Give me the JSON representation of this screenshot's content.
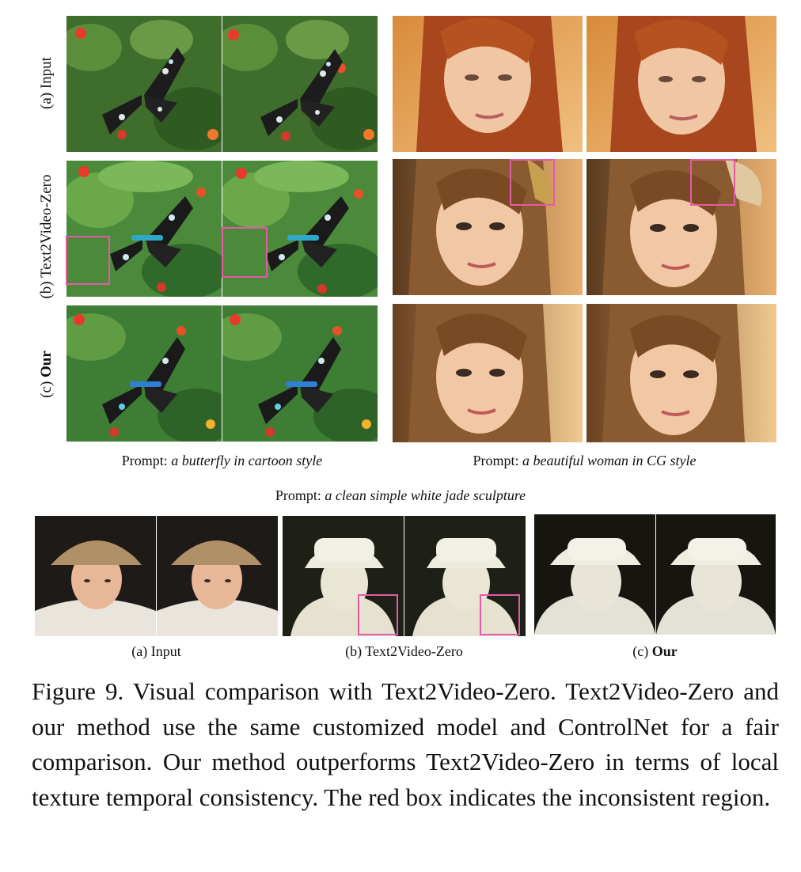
{
  "top_left": {
    "row_labels": [
      {
        "prefix": "(a) ",
        "name": "Input",
        "bold": false
      },
      {
        "prefix": "(b) ",
        "name": "Text2Video-Zero",
        "bold": false
      },
      {
        "prefix": "(c) ",
        "name": "Our",
        "bold": true
      }
    ],
    "prompt_prefix": "Prompt: ",
    "prompt_text": "a butterfly in cartoon style"
  },
  "top_right": {
    "prompt_prefix": "Prompt: ",
    "prompt_text": "a beautiful woman in CG style"
  },
  "bottom": {
    "prompt_prefix": "Prompt: ",
    "prompt_text": "a clean simple white jade sculpture",
    "sublabels": [
      {
        "prefix": "(a) ",
        "name": "Input",
        "bold": false
      },
      {
        "prefix": "(b) ",
        "name": "Text2Video-Zero",
        "bold": false
      },
      {
        "prefix": "(c) ",
        "name": "Our",
        "bold": true
      }
    ]
  },
  "caption": "Figure 9. Visual comparison with Text2Video-Zero. Text2Video-Zero and our method use the same customized model and ControlNet for a fair comparison. Our method outperforms Text2Video-Zero in terms of local texture temporal consistency. The red box indicates the inconsistent region.",
  "colors": {
    "highlight_box": "#e45aa7"
  }
}
